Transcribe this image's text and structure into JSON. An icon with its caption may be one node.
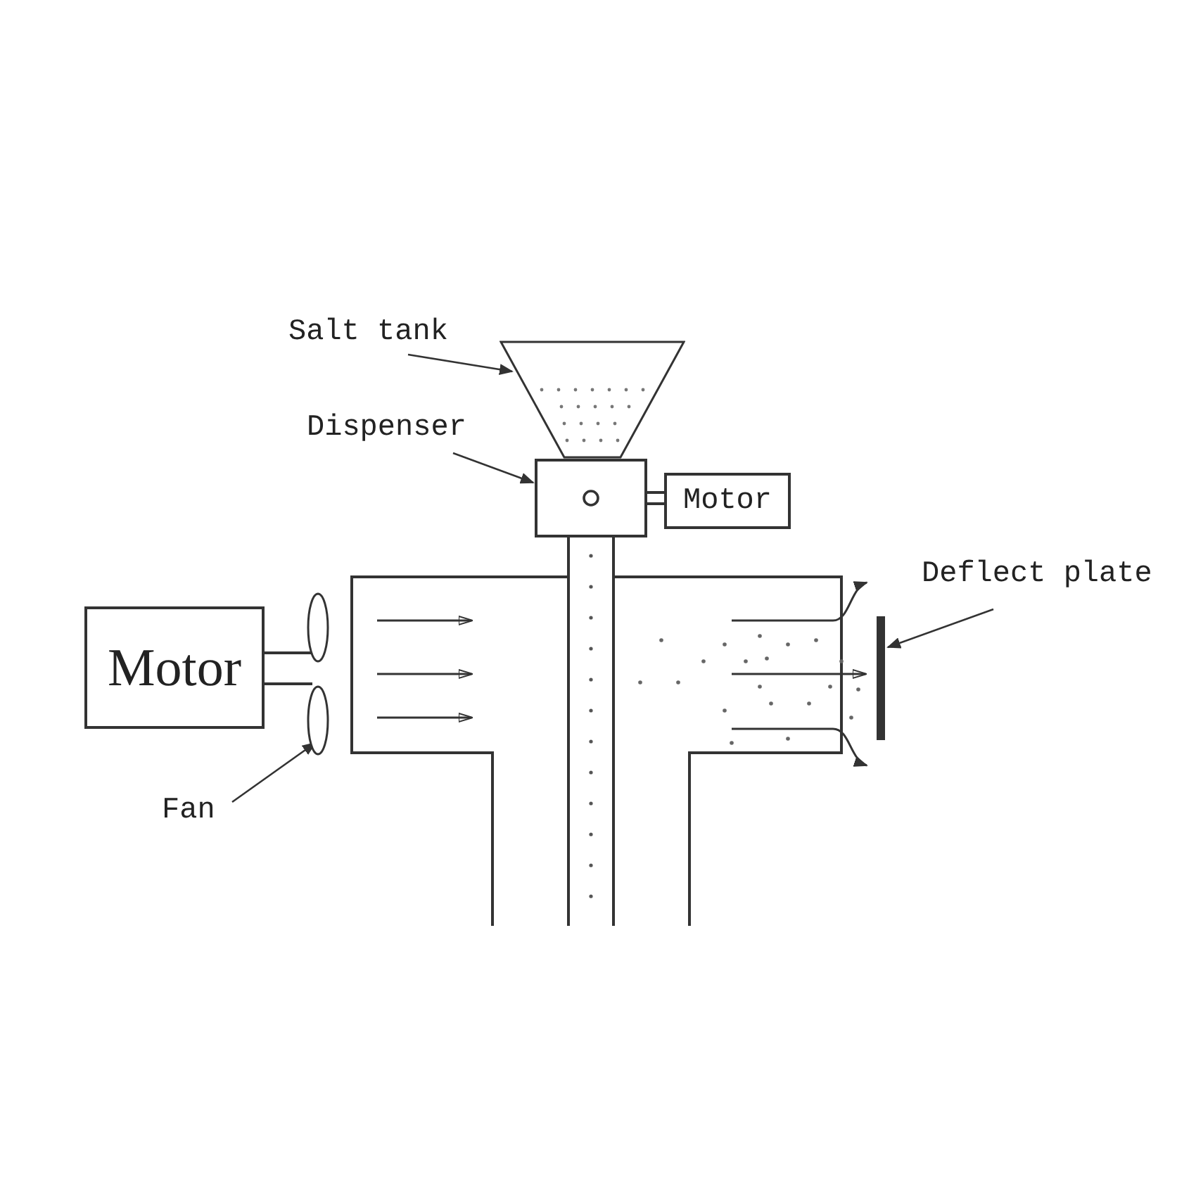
{
  "diagram": {
    "nodes": [
      {
        "text": [
          "Salt tank"
        ]
      },
      {
        "text": [],
        "shape": "funnel"
      },
      {
        "text": [
          "Dispenser"
        ]
      },
      {
        "text": [],
        "shape": "box"
      },
      {
        "text": [
          "Motor"
        ]
      },
      {
        "text": [
          "Motor"
        ]
      },
      {
        "text": [],
        "shape": "fan"
      },
      {
        "text": [
          "Fan"
        ]
      },
      {
        "text": [
          "Deflect plate"
        ]
      },
      {
        "text": [],
        "shape": "bar"
      }
    ],
    "edges": [
      {
        "from": 0,
        "to": 1,
        "arrow": "to"
      },
      {
        "from": 2,
        "to": 3,
        "arrow": "to"
      },
      {
        "from": 7,
        "to": 6,
        "arrow": "to"
      },
      {
        "from": 8,
        "to": 9,
        "arrow": "to"
      }
    ]
  }
}
